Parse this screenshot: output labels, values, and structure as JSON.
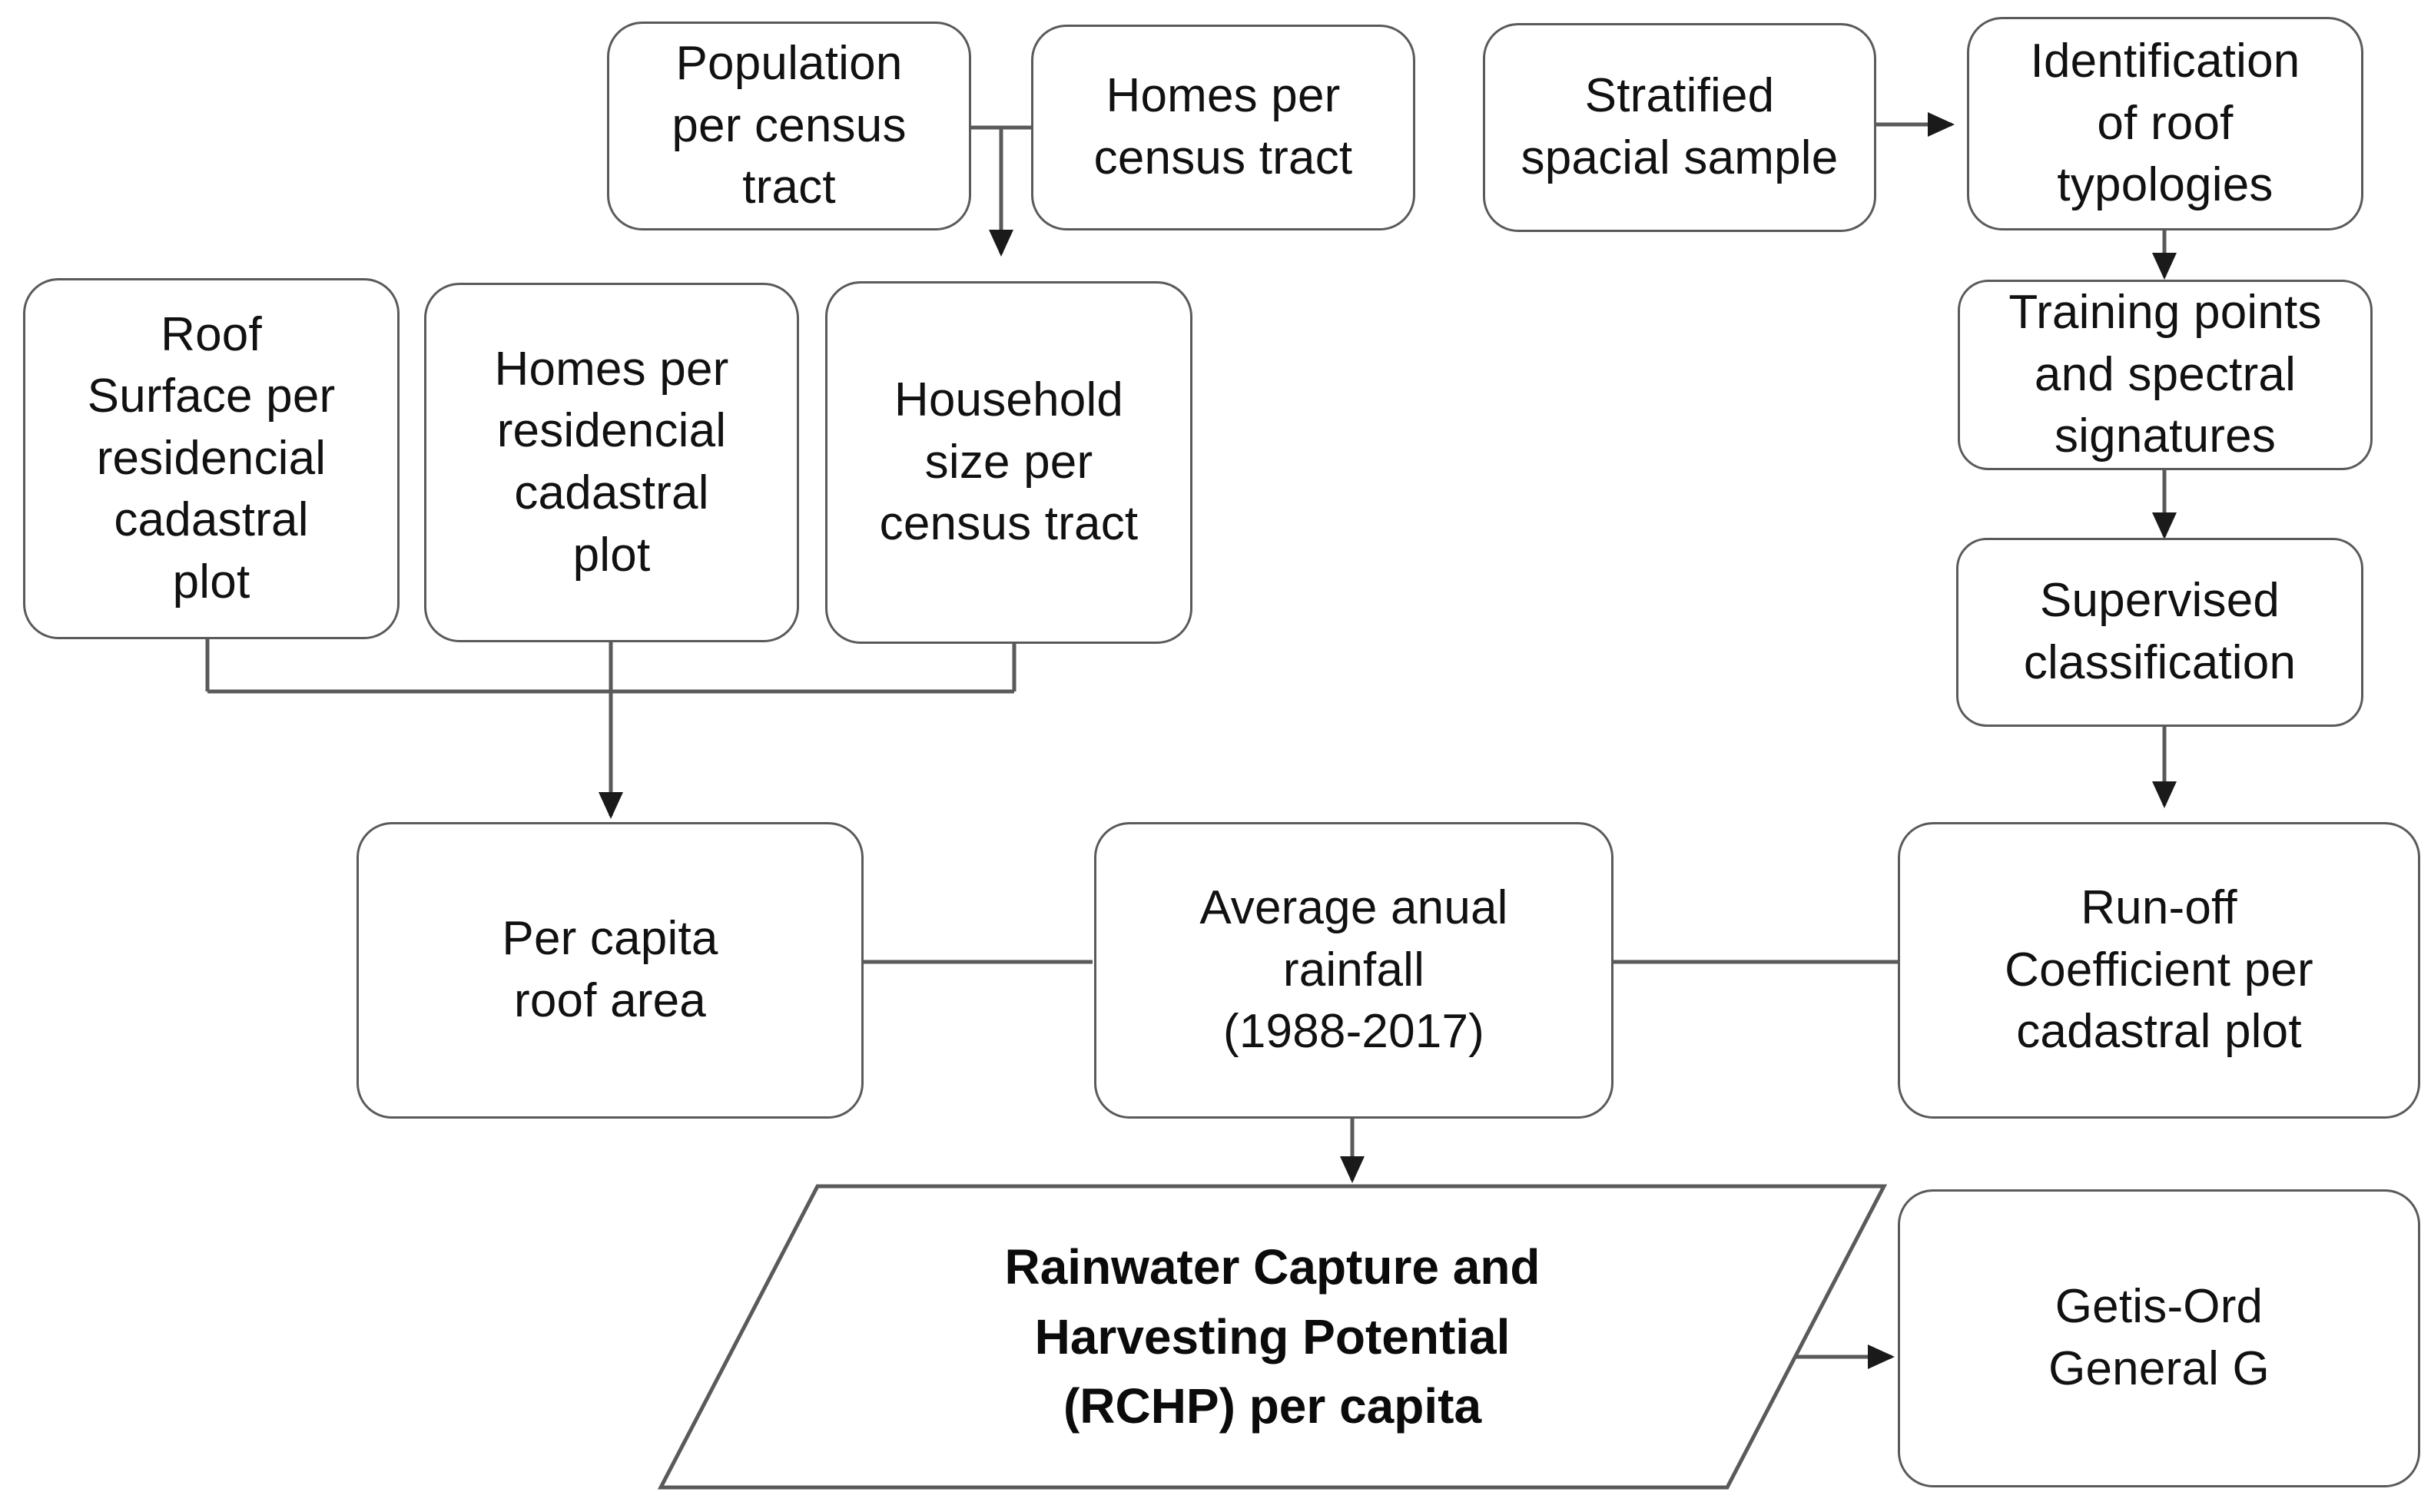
{
  "diagram": {
    "title": "Rainwater Capture and Harvesting Potential methodology flowchart",
    "stroke_color": "#5a5a5a",
    "text_color": "#111111",
    "background": "#ffffff",
    "nodes": [
      {
        "id": "population_per_census_tract",
        "label": "Population\nper census\ntract",
        "shape": "rounded-rect"
      },
      {
        "id": "homes_per_census_tract",
        "label": "Homes per\ncensus tract",
        "shape": "rounded-rect"
      },
      {
        "id": "stratified_spacial_sample",
        "label": "Stratified\nspacial sample",
        "shape": "rounded-rect"
      },
      {
        "id": "identification_of_roof_typologies",
        "label": "Identification\nof roof\ntypologies",
        "shape": "rounded-rect"
      },
      {
        "id": "roof_surface_per_residencial_cadastral_plot",
        "label": "Roof\nSurface per\nresidencial\ncadastral\nplot",
        "shape": "rounded-rect"
      },
      {
        "id": "homes_per_residencial_cadastral_plot",
        "label": "Homes per\nresidencial\ncadastral\nplot",
        "shape": "rounded-rect"
      },
      {
        "id": "household_size_per_census_tract",
        "label": "Household\nsize per\ncensus tract",
        "shape": "rounded-rect"
      },
      {
        "id": "training_points_and_spectral_signatures",
        "label": "Training points\nand spectral\nsignatures",
        "shape": "rounded-rect"
      },
      {
        "id": "supervised_classification",
        "label": "Supervised\nclassification",
        "shape": "rounded-rect"
      },
      {
        "id": "per_capita_roof_area",
        "label": "Per capita\nroof area",
        "shape": "rounded-rect"
      },
      {
        "id": "average_anual_rainfall",
        "label": "Average anual\nrainfall\n(1988-2017)",
        "shape": "rounded-rect"
      },
      {
        "id": "run_off_coefficient_per_cadastral_plot",
        "label": "Run-off\nCoefficient per\ncadastral plot",
        "shape": "rounded-rect"
      },
      {
        "id": "rchp_per_capita",
        "label": "Rainwater Capture and\nHarvesting Potential\n(RCHP) per capita",
        "shape": "parallelogram"
      },
      {
        "id": "getis_ord_general_g",
        "label": "Getis-Ord\nGeneral G",
        "shape": "rounded-rect"
      }
    ],
    "edges": [
      {
        "from": "population_per_census_tract",
        "to": "household_size_per_census_tract",
        "arrow": true
      },
      {
        "from": "homes_per_census_tract",
        "to": "household_size_per_census_tract",
        "arrow": true
      },
      {
        "from": "stratified_spacial_sample",
        "to": "identification_of_roof_typologies",
        "arrow": true
      },
      {
        "from": "identification_of_roof_typologies",
        "to": "training_points_and_spectral_signatures",
        "arrow": true
      },
      {
        "from": "training_points_and_spectral_signatures",
        "to": "supervised_classification",
        "arrow": true
      },
      {
        "from": "supervised_classification",
        "to": "run_off_coefficient_per_cadastral_plot",
        "arrow": true
      },
      {
        "from": "roof_surface_per_residencial_cadastral_plot",
        "to": "per_capita_roof_area",
        "arrow": true
      },
      {
        "from": "homes_per_residencial_cadastral_plot",
        "to": "per_capita_roof_area",
        "arrow": true
      },
      {
        "from": "household_size_per_census_tract",
        "to": "per_capita_roof_area",
        "arrow": true
      },
      {
        "from": "per_capita_roof_area",
        "to": "average_anual_rainfall",
        "arrow": false
      },
      {
        "from": "average_anual_rainfall",
        "to": "run_off_coefficient_per_cadastral_plot",
        "arrow": false
      },
      {
        "from": "average_anual_rainfall",
        "to": "rchp_per_capita",
        "arrow": true
      },
      {
        "from": "rchp_per_capita",
        "to": "getis_ord_general_g",
        "arrow": true
      }
    ]
  }
}
